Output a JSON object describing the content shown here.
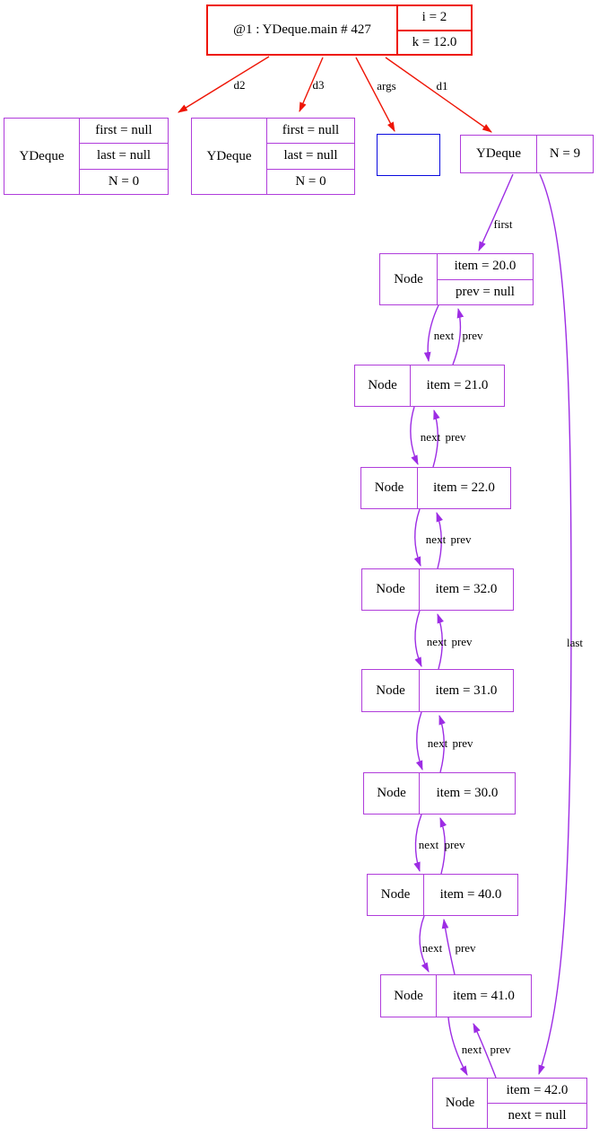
{
  "root": {
    "title": "@1 : YDeque.main # 427",
    "fields": [
      "i = 2",
      "k = 12.0"
    ]
  },
  "deques": [
    {
      "label": "YDeque",
      "fields": [
        "first = null",
        "last = null",
        "N = 0"
      ]
    },
    {
      "label": "YDeque",
      "fields": [
        "first = null",
        "last = null",
        "N = 0"
      ]
    },
    {
      "label": "YDeque",
      "fields": [
        "N = 9"
      ]
    }
  ],
  "nodes": [
    {
      "label": "Node",
      "fields": [
        "item = 20.0",
        "prev = null"
      ]
    },
    {
      "label": "Node",
      "fields": [
        "item = 21.0"
      ]
    },
    {
      "label": "Node",
      "fields": [
        "item = 22.0"
      ]
    },
    {
      "label": "Node",
      "fields": [
        "item = 32.0"
      ]
    },
    {
      "label": "Node",
      "fields": [
        "item = 31.0"
      ]
    },
    {
      "label": "Node",
      "fields": [
        "item = 30.0"
      ]
    },
    {
      "label": "Node",
      "fields": [
        "item = 40.0"
      ]
    },
    {
      "label": "Node",
      "fields": [
        "item = 41.0"
      ]
    },
    {
      "label": "Node",
      "fields": [
        "item = 42.0",
        "next = null"
      ]
    }
  ],
  "edge_labels": {
    "d2": "d2",
    "d3": "d3",
    "args": "args",
    "d1": "d1",
    "first": "first",
    "last": "last",
    "next": "next",
    "prev": "prev"
  },
  "colors": {
    "red": "#ee1506",
    "blue": "#0a0adf",
    "purple_box": "#b03ddb",
    "purple_edge": "#9d2ce4",
    "text": "#000000",
    "background": "#ffffff"
  }
}
